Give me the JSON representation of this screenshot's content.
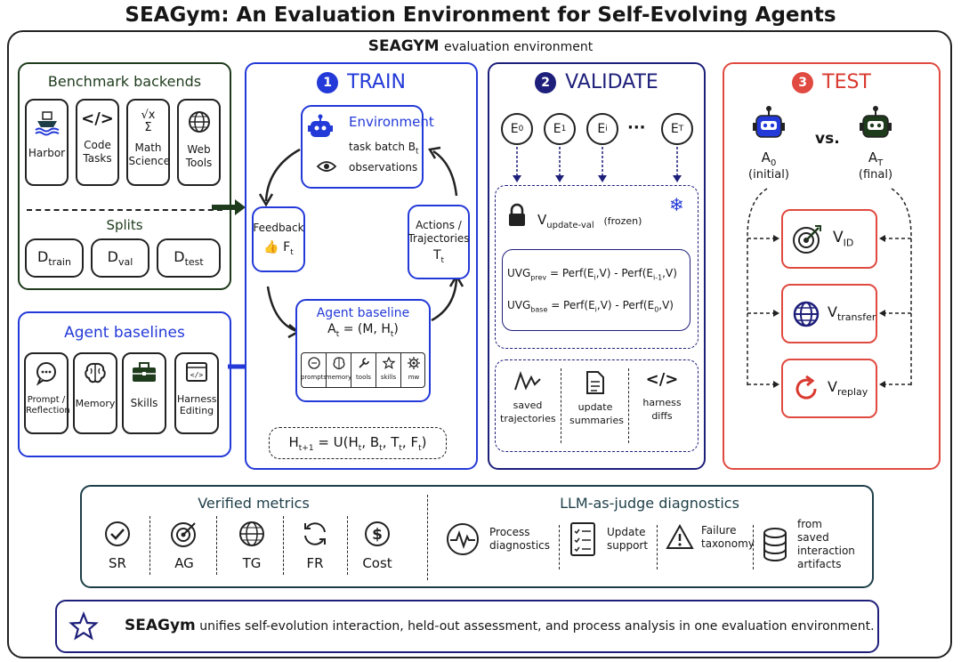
{
  "title": "SEAGym: An Evaluation Environment for Self-Evolving Agents",
  "env_label": "SEAGYM",
  "env_label_suffix": "evaluation environment",
  "benchmark": {
    "title": "Benchmark backends",
    "items": [
      {
        "label": "Harbor",
        "icon": "ship-icon"
      },
      {
        "label": "Code Tasks",
        "icon": "code-icon"
      },
      {
        "label": "Math Science",
        "icon": "math-icon"
      },
      {
        "label": "Web Tools",
        "icon": "globe-icon"
      }
    ],
    "splits_title": "Splits",
    "splits": [
      {
        "main": "D",
        "sub": "train"
      },
      {
        "main": "D",
        "sub": "val"
      },
      {
        "main": "D",
        "sub": "test"
      }
    ]
  },
  "agents": {
    "title": "Agent baselines",
    "items": [
      {
        "label": "Prompt / Reflection",
        "icon": "chat-icon"
      },
      {
        "label": "Memory",
        "icon": "brain-icon"
      },
      {
        "label": "Skills",
        "icon": "toolbox-icon"
      },
      {
        "label": "Harness Editing",
        "icon": "code-window-icon"
      }
    ]
  },
  "train": {
    "number": "1",
    "title": "TRAIN",
    "environment": {
      "title": "Environment",
      "task_batch": "task batch B",
      "task_batch_sub": "t",
      "observations": "observations"
    },
    "feedback": {
      "label": "Feedback",
      "f": "F",
      "f_sub": "t"
    },
    "actions": {
      "label1": "Actions /",
      "label2": "Trajectories",
      "t": "T",
      "t_sub": "t"
    },
    "agent": {
      "title": "Agent baseline",
      "formula_lhs": "A",
      "formula_sub": "t",
      "formula_rhs": " = (M, H",
      "formula_sub2": "t",
      "formula_end": ")",
      "components": [
        "prompts",
        "memory",
        "tools",
        "skills",
        "mw"
      ]
    },
    "update": {
      "lhs": "H",
      "lhs_sub": "t+1",
      "rhs": " = U(H",
      "s1": "t",
      "b": ", B",
      "s2": "t",
      "t": ", T",
      "s3": "t",
      "f": ", F",
      "s4": "t",
      "end": ")"
    }
  },
  "validate": {
    "number": "2",
    "title": "VALIDATE",
    "checkpoints": [
      {
        "main": "E",
        "sub": "0"
      },
      {
        "main": "E",
        "sub": "1"
      },
      {
        "main": "E",
        "sub": "i"
      },
      {
        "main": "E",
        "sub": "T"
      }
    ],
    "ellipsis": "···",
    "vset": {
      "main": "V",
      "sub": "update-val",
      "note": "(frozen)"
    },
    "uvg_prev": {
      "lhs": "UVG",
      "sub": "prev",
      "rhs": " = Perf(E",
      "a": "i",
      "mid": ",V) - Perf(E",
      "b": "i-1",
      "end": ",V)"
    },
    "uvg_base": {
      "lhs": "UVG",
      "sub": "base",
      "rhs": " = Perf(E",
      "a": "i",
      "mid": ",V) - Perf(E",
      "b": "0",
      "end": ",V)"
    },
    "artifacts": [
      {
        "label": "saved trajectories",
        "icon": "trajectory-icon"
      },
      {
        "label": "update summaries",
        "icon": "document-icon"
      },
      {
        "label": "harness diffs",
        "icon": "code-icon"
      }
    ]
  },
  "test": {
    "number": "3",
    "title": "TEST",
    "initial": {
      "main": "A",
      "sub": "0",
      "note": "(initial)"
    },
    "vs": "vs.",
    "final": {
      "main": "A",
      "sub": "T",
      "note": "(final)"
    },
    "sets": [
      {
        "main": "V",
        "sub": "ID",
        "icon": "target-icon"
      },
      {
        "main": "V",
        "sub": "transfer",
        "icon": "globe-icon"
      },
      {
        "main": "V",
        "sub": "replay",
        "icon": "replay-icon"
      }
    ]
  },
  "metrics": {
    "verified_title": "Verified metrics",
    "verified": [
      {
        "label": "SR",
        "icon": "check-circle-icon"
      },
      {
        "label": "AG",
        "icon": "target-icon"
      },
      {
        "label": "TG",
        "icon": "globe-icon"
      },
      {
        "label": "FR",
        "icon": "refresh-icon"
      },
      {
        "label": "Cost",
        "icon": "dollar-icon"
      }
    ],
    "judge_title": "LLM-as-judge diagnostics",
    "judge": [
      {
        "label": "Process diagnostics",
        "icon": "pulse-icon"
      },
      {
        "label": "Update support",
        "icon": "checklist-icon"
      },
      {
        "label": "Failure taxonomy",
        "icon": "warning-icon"
      },
      {
        "label": "from saved interaction artifacts",
        "icon": "database-icon"
      }
    ]
  },
  "footer": {
    "bold": "SEAGym",
    "text": " unifies self-evolution interaction, held-out assessment, and process analysis in one evaluation environment."
  },
  "colors": {
    "green": "#1e3b1c",
    "blue": "#2339d8",
    "navy": "#1e1f7a",
    "red": "#d93a30",
    "teal": "#1d3e48"
  }
}
